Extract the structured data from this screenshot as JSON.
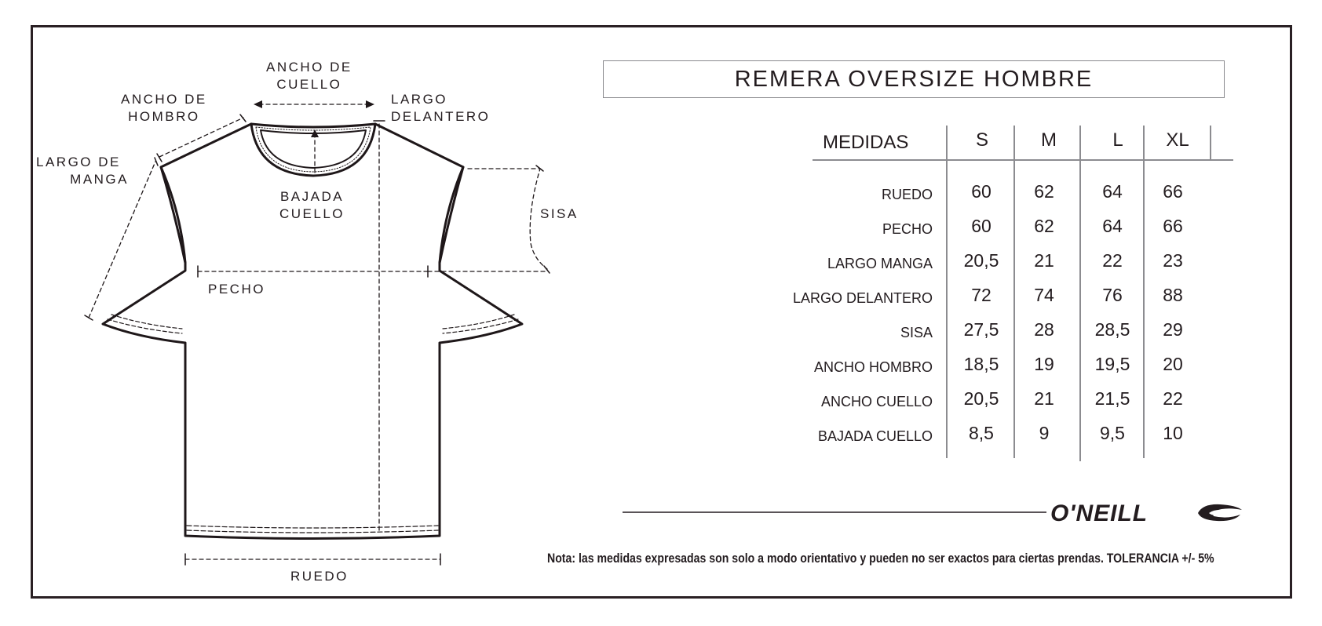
{
  "title": "REMERA OVERSIZE HOMBRE",
  "diagram_labels": {
    "ancho_cuello": [
      "ANCHO DE",
      "CUELLO"
    ],
    "ancho_hombro": [
      "ANCHO DE",
      "HOMBRO"
    ],
    "largo_delantero": [
      "LARGO",
      "DELANTERO"
    ],
    "largo_manga": [
      "LARGO DE",
      "MANGA"
    ],
    "bajada_cuello": [
      "BAJADA",
      "CUELLO"
    ],
    "sisa": "SISA",
    "pecho": "PECHO",
    "ruedo": "RUEDO"
  },
  "table": {
    "header_label": "MEDIDAS",
    "sizes": [
      "S",
      "M",
      "L",
      "XL"
    ],
    "rows": [
      {
        "label": "RUEDO",
        "values": [
          "60",
          "62",
          "64",
          "66"
        ]
      },
      {
        "label": "PECHO",
        "values": [
          "60",
          "62",
          "64",
          "66"
        ]
      },
      {
        "label": "LARGO MANGA",
        "values": [
          "20,5",
          "21",
          "22",
          "23"
        ]
      },
      {
        "label": "LARGO DELANTERO",
        "values": [
          "72",
          "74",
          "76",
          "88"
        ]
      },
      {
        "label": "SISA",
        "values": [
          "27,5",
          "28",
          "28,5",
          "29"
        ]
      },
      {
        "label": "ANCHO HOMBRO",
        "values": [
          "18,5",
          "19",
          "19,5",
          "20"
        ]
      },
      {
        "label": "ANCHO CUELLO",
        "values": [
          "20,5",
          "21",
          "21,5",
          "22"
        ]
      },
      {
        "label": "BAJADA CUELLO",
        "values": [
          "8,5",
          "9",
          "9,5",
          "10"
        ]
      }
    ]
  },
  "brand": {
    "name": "O'NEILL",
    "icon": "oneill-wave-logo-icon"
  },
  "note": "Nota: las medidas expresadas son solo a modo orientativo y pueden no ser exactos para ciertas prendas. TOLERANCIA +/- 5%",
  "colors": {
    "ink": "#231c1f",
    "frame": "#2a2024",
    "table_lines": "#8c8c90"
  }
}
